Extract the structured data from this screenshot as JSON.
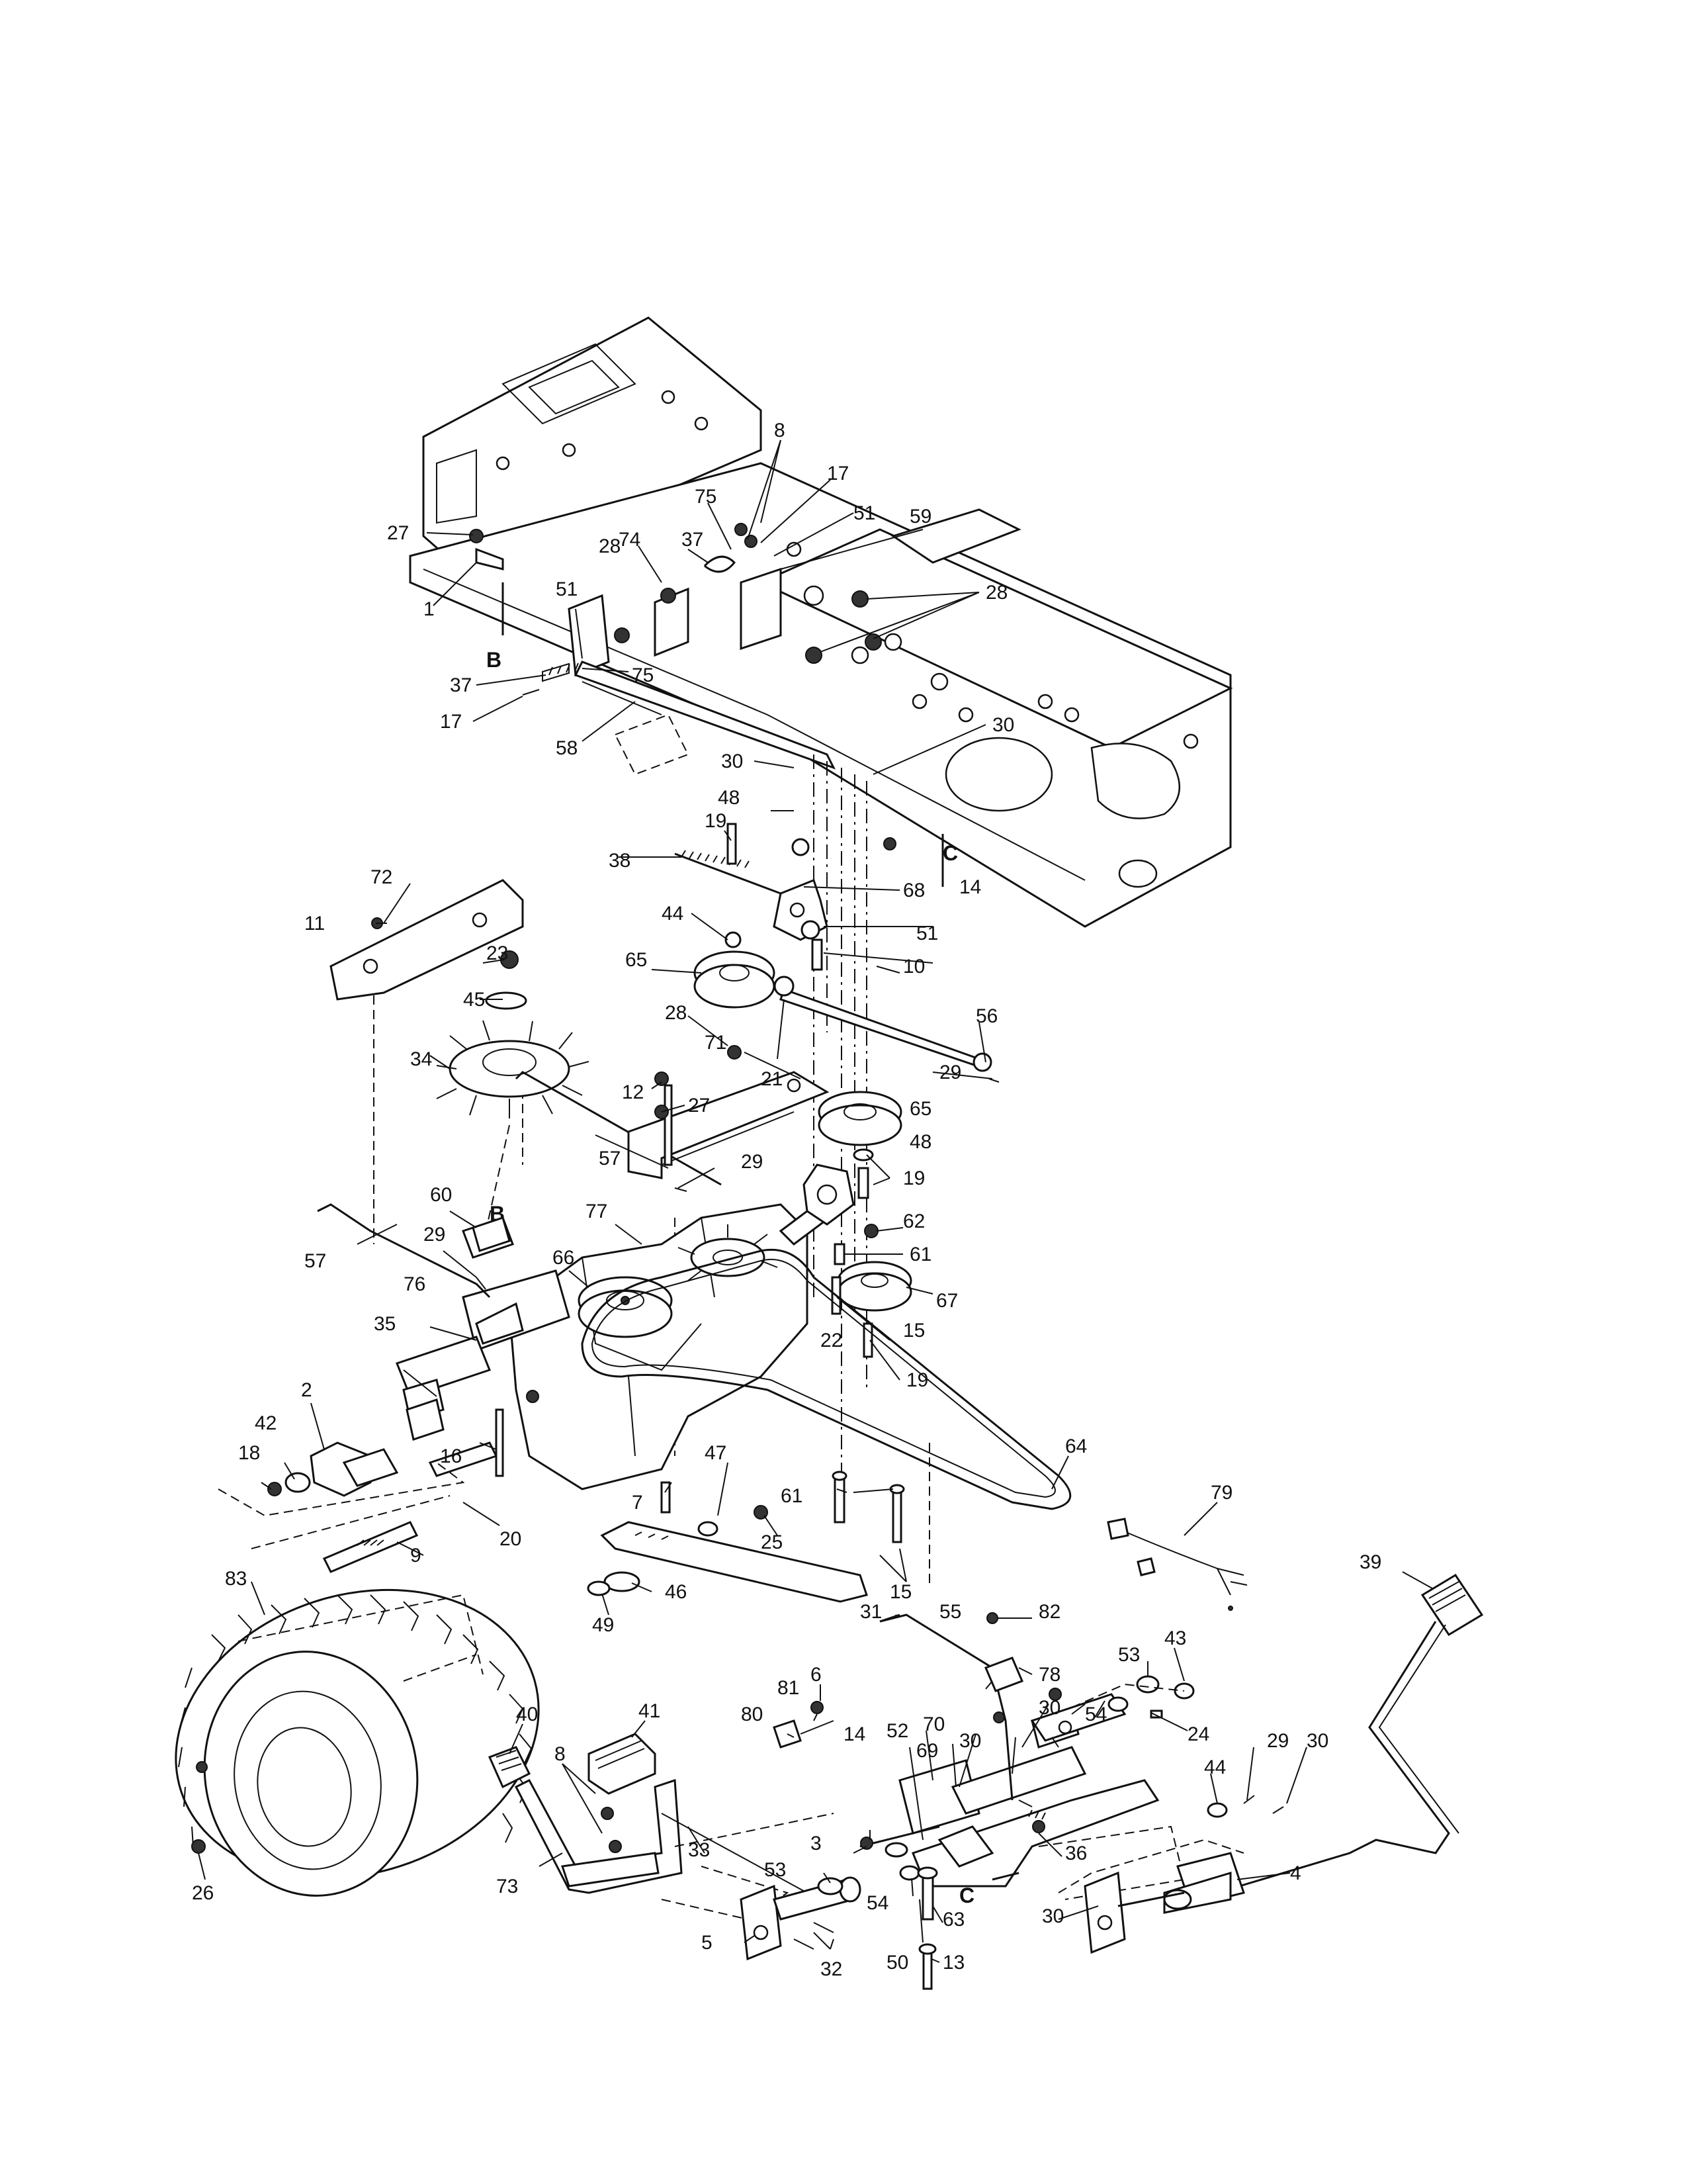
{
  "callouts": [
    {
      "id": "c1",
      "text": "1"
    },
    {
      "id": "c2",
      "text": "2"
    },
    {
      "id": "c3",
      "text": "3"
    },
    {
      "id": "c4",
      "text": "4"
    },
    {
      "id": "c5",
      "text": "5"
    },
    {
      "id": "c6",
      "text": "6"
    },
    {
      "id": "c7",
      "text": "7"
    },
    {
      "id": "c8a",
      "text": "8"
    },
    {
      "id": "c8b",
      "text": "8"
    },
    {
      "id": "c9",
      "text": "9"
    },
    {
      "id": "c10",
      "text": "10"
    },
    {
      "id": "c11",
      "text": "11"
    },
    {
      "id": "c12",
      "text": "12"
    },
    {
      "id": "c13",
      "text": "13"
    },
    {
      "id": "c14a",
      "text": "14"
    },
    {
      "id": "c14b",
      "text": "14"
    },
    {
      "id": "c15a",
      "text": "15"
    },
    {
      "id": "c15b",
      "text": "15"
    },
    {
      "id": "c16",
      "text": "16"
    },
    {
      "id": "c17a",
      "text": "17"
    },
    {
      "id": "c17b",
      "text": "17"
    },
    {
      "id": "c18",
      "text": "18"
    },
    {
      "id": "c19a",
      "text": "19"
    },
    {
      "id": "c19b",
      "text": "19"
    },
    {
      "id": "c19c",
      "text": "19"
    },
    {
      "id": "c20",
      "text": "20"
    },
    {
      "id": "c21",
      "text": "21"
    },
    {
      "id": "c22",
      "text": "22"
    },
    {
      "id": "c23",
      "text": "23"
    },
    {
      "id": "c24",
      "text": "24"
    },
    {
      "id": "c25",
      "text": "25"
    },
    {
      "id": "c26",
      "text": "26"
    },
    {
      "id": "c27a",
      "text": "27"
    },
    {
      "id": "c27b",
      "text": "27"
    },
    {
      "id": "c28a",
      "text": "28"
    },
    {
      "id": "c28b",
      "text": "28"
    },
    {
      "id": "c28c",
      "text": "28"
    },
    {
      "id": "c29a",
      "text": "29"
    },
    {
      "id": "c29b",
      "text": "29"
    },
    {
      "id": "c29c",
      "text": "29"
    },
    {
      "id": "c29d",
      "text": "29"
    },
    {
      "id": "c30a",
      "text": "30"
    },
    {
      "id": "c30b",
      "text": "30"
    },
    {
      "id": "c30c",
      "text": "30"
    },
    {
      "id": "c30d",
      "text": "30"
    },
    {
      "id": "c30e",
      "text": "30"
    },
    {
      "id": "c30f",
      "text": "30"
    },
    {
      "id": "c31",
      "text": "31"
    },
    {
      "id": "c32",
      "text": "32"
    },
    {
      "id": "c33",
      "text": "33"
    },
    {
      "id": "c34",
      "text": "34"
    },
    {
      "id": "c35",
      "text": "35"
    },
    {
      "id": "c36",
      "text": "36"
    },
    {
      "id": "c37a",
      "text": "37"
    },
    {
      "id": "c37b",
      "text": "37"
    },
    {
      "id": "c38",
      "text": "38"
    },
    {
      "id": "c39",
      "text": "39"
    },
    {
      "id": "c40",
      "text": "40"
    },
    {
      "id": "c41",
      "text": "41"
    },
    {
      "id": "c42",
      "text": "42"
    },
    {
      "id": "c43",
      "text": "43"
    },
    {
      "id": "c44a",
      "text": "44"
    },
    {
      "id": "c44b",
      "text": "44"
    },
    {
      "id": "c45",
      "text": "45"
    },
    {
      "id": "c46",
      "text": "46"
    },
    {
      "id": "c47",
      "text": "47"
    },
    {
      "id": "c48a",
      "text": "48"
    },
    {
      "id": "c48b",
      "text": "48"
    },
    {
      "id": "c49",
      "text": "49"
    },
    {
      "id": "c50",
      "text": "50"
    },
    {
      "id": "c51a",
      "text": "51"
    },
    {
      "id": "c51b",
      "text": "51"
    },
    {
      "id": "c51c",
      "text": "51"
    },
    {
      "id": "c52",
      "text": "52"
    },
    {
      "id": "c53a",
      "text": "53"
    },
    {
      "id": "c53b",
      "text": "53"
    },
    {
      "id": "c54a",
      "text": "54"
    },
    {
      "id": "c54b",
      "text": "54"
    },
    {
      "id": "c55",
      "text": "55"
    },
    {
      "id": "c56",
      "text": "56"
    },
    {
      "id": "c57a",
      "text": "57"
    },
    {
      "id": "c57b",
      "text": "57"
    },
    {
      "id": "c58",
      "text": "58"
    },
    {
      "id": "c59",
      "text": "59"
    },
    {
      "id": "c60",
      "text": "60"
    },
    {
      "id": "c61a",
      "text": "61"
    },
    {
      "id": "c61b",
      "text": "61"
    },
    {
      "id": "c62",
      "text": "62"
    },
    {
      "id": "c63",
      "text": "63"
    },
    {
      "id": "c64",
      "text": "64"
    },
    {
      "id": "c65a",
      "text": "65"
    },
    {
      "id": "c65b",
      "text": "65"
    },
    {
      "id": "c66",
      "text": "66"
    },
    {
      "id": "c67",
      "text": "67"
    },
    {
      "id": "c68",
      "text": "68"
    },
    {
      "id": "c69",
      "text": "69"
    },
    {
      "id": "c70",
      "text": "70"
    },
    {
      "id": "c71",
      "text": "71"
    },
    {
      "id": "c72",
      "text": "72"
    },
    {
      "id": "c73",
      "text": "73"
    },
    {
      "id": "c74",
      "text": "74"
    },
    {
      "id": "c75a",
      "text": "75"
    },
    {
      "id": "c75b",
      "text": "75"
    },
    {
      "id": "c76",
      "text": "76"
    },
    {
      "id": "c77",
      "text": "77"
    },
    {
      "id": "c78",
      "text": "78"
    },
    {
      "id": "c79",
      "text": "79"
    },
    {
      "id": "c80",
      "text": "80"
    },
    {
      "id": "c81",
      "text": "81"
    },
    {
      "id": "c82",
      "text": "82"
    },
    {
      "id": "c83",
      "text": "83"
    }
  ],
  "view_markers": {
    "b_frame": "B",
    "b_part": "B",
    "c_frame": "C",
    "c_lower": "C"
  }
}
